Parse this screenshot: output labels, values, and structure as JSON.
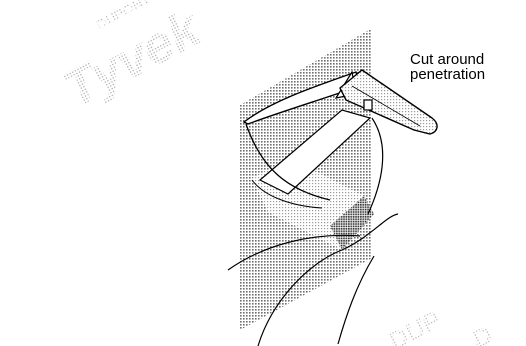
{
  "illustration": {
    "caption_lines": [
      "Cut around",
      "penetration"
    ],
    "watermark_text": "Tyvek",
    "colors": {
      "ink": "#000000",
      "halftone": "#8a8a8a",
      "background": "#ffffff"
    }
  }
}
